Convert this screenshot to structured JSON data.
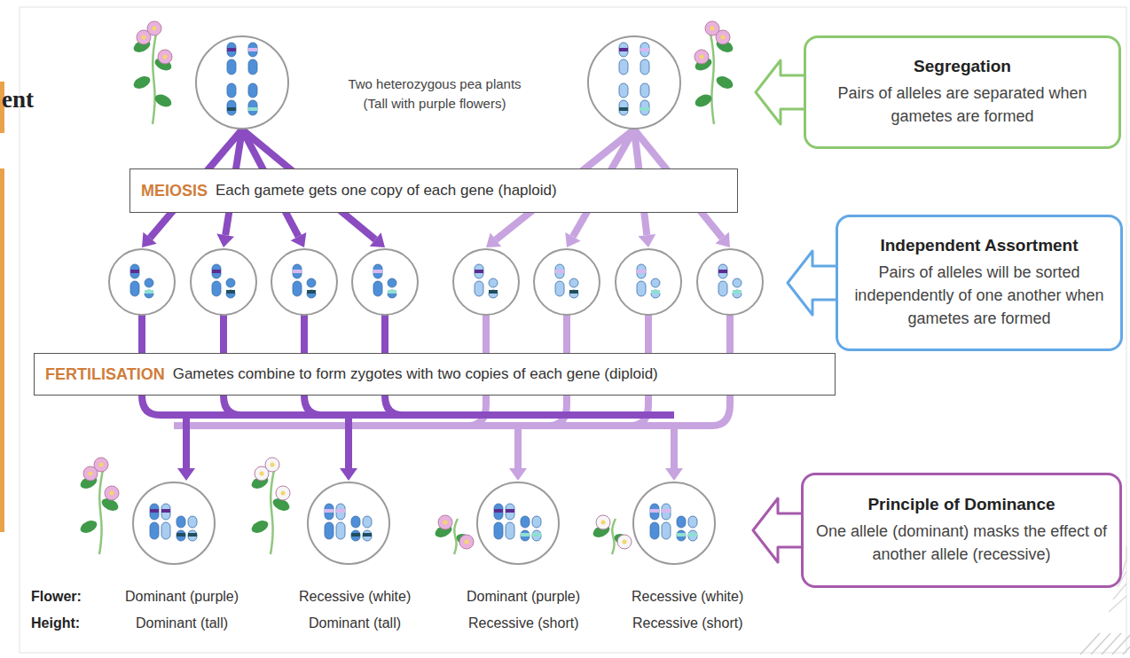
{
  "diagram": {
    "nodes": [
      {
        "text": [
          "Segregation",
          "Pairs of alleles are separated when gametes are formed"
        ]
      },
      {
        "text": [
          "MEIOSIS",
          "Each gamete gets one copy of each gene (haploid)"
        ]
      },
      {
        "text": [
          "Independent Assortment",
          "Pairs of alleles will be sorted independently of one another when gametes are formed"
        ]
      },
      {
        "text": [
          "FERTILISATION",
          "Gametes combine to form zygotes with two copies of each gene (diploid)"
        ]
      },
      {
        "text": [
          "Principle of Dominance",
          "One allele (dominant) masks the effect of another allele (recessive)"
        ]
      }
    ],
    "labels": [
      "ent",
      "Two heterozygous pea plants (Tall with purple flowers)",
      "Flower:",
      "Dominant (purple)",
      "Recessive (white)",
      "Dominant (purple)",
      "Recessive (white)",
      "Height:",
      "Dominant (tall)",
      "Dominant (tall)",
      "Recessive (short)",
      "Recessive (short)"
    ]
  }
}
